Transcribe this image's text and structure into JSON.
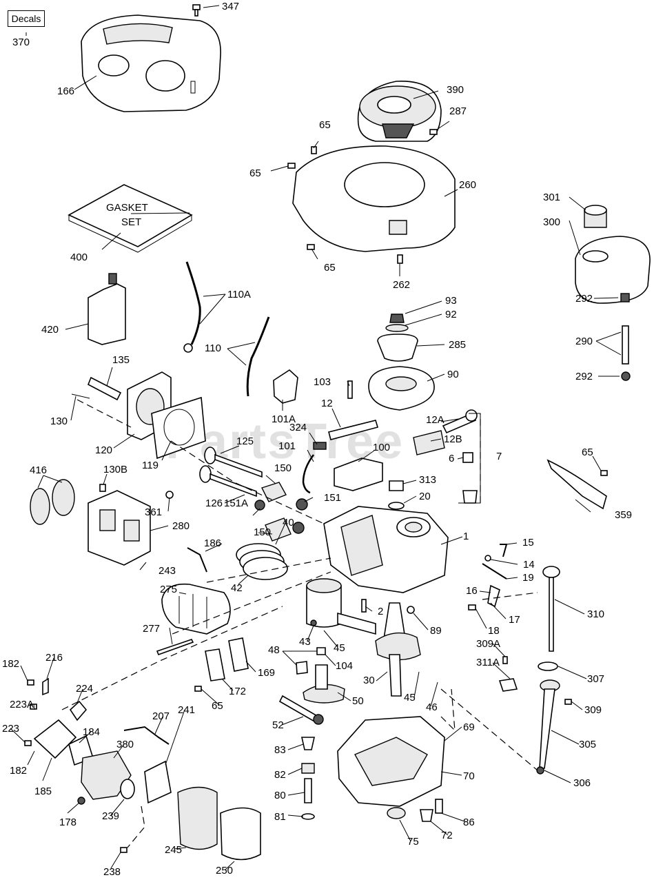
{
  "decals_label": "Decals",
  "gasket_text_1": "GASKET",
  "gasket_text_2": "SET",
  "watermark": "PartsTree",
  "labels": [
    {
      "id": "370",
      "text": "370"
    },
    {
      "id": "347",
      "text": "347"
    },
    {
      "id": "166",
      "text": "166"
    },
    {
      "id": "390",
      "text": "390"
    },
    {
      "id": "287",
      "text": "287"
    },
    {
      "id": "65a",
      "text": "65"
    },
    {
      "id": "65b",
      "text": "65"
    },
    {
      "id": "260",
      "text": "260"
    },
    {
      "id": "65c",
      "text": "65"
    },
    {
      "id": "262",
      "text": "262"
    },
    {
      "id": "301",
      "text": "301"
    },
    {
      "id": "300",
      "text": "300"
    },
    {
      "id": "400",
      "text": "400"
    },
    {
      "id": "420",
      "text": "420"
    },
    {
      "id": "110A",
      "text": "110A"
    },
    {
      "id": "110",
      "text": "110"
    },
    {
      "id": "93",
      "text": "93"
    },
    {
      "id": "92",
      "text": "92"
    },
    {
      "id": "285",
      "text": "285"
    },
    {
      "id": "90",
      "text": "90"
    },
    {
      "id": "292a",
      "text": "292"
    },
    {
      "id": "290",
      "text": "290"
    },
    {
      "id": "292b",
      "text": "292"
    },
    {
      "id": "135",
      "text": "135"
    },
    {
      "id": "130",
      "text": "130"
    },
    {
      "id": "120",
      "text": "120"
    },
    {
      "id": "119",
      "text": "119"
    },
    {
      "id": "101A",
      "text": "101A"
    },
    {
      "id": "103",
      "text": "103"
    },
    {
      "id": "12",
      "text": "12"
    },
    {
      "id": "12A",
      "text": "12A"
    },
    {
      "id": "12B",
      "text": "12B"
    },
    {
      "id": "7",
      "text": "7"
    },
    {
      "id": "6",
      "text": "6"
    },
    {
      "id": "324",
      "text": "324"
    },
    {
      "id": "101",
      "text": "101"
    },
    {
      "id": "100",
      "text": "100"
    },
    {
      "id": "313",
      "text": "313"
    },
    {
      "id": "20",
      "text": "20"
    },
    {
      "id": "65d",
      "text": "65"
    },
    {
      "id": "359",
      "text": "359"
    },
    {
      "id": "416",
      "text": "416"
    },
    {
      "id": "130B",
      "text": "130B"
    },
    {
      "id": "125",
      "text": "125"
    },
    {
      "id": "150a",
      "text": "150"
    },
    {
      "id": "361",
      "text": "361"
    },
    {
      "id": "126",
      "text": "126"
    },
    {
      "id": "151",
      "text": "151"
    },
    {
      "id": "151A",
      "text": "151A"
    },
    {
      "id": "150b",
      "text": "150"
    },
    {
      "id": "280",
      "text": "280"
    },
    {
      "id": "40",
      "text": "40"
    },
    {
      "id": "1",
      "text": "1"
    },
    {
      "id": "15",
      "text": "15"
    },
    {
      "id": "186",
      "text": "186"
    },
    {
      "id": "243",
      "text": "243"
    },
    {
      "id": "14",
      "text": "14"
    },
    {
      "id": "19",
      "text": "19"
    },
    {
      "id": "42",
      "text": "42"
    },
    {
      "id": "275",
      "text": "275"
    },
    {
      "id": "16",
      "text": "16"
    },
    {
      "id": "17",
      "text": "17"
    },
    {
      "id": "310",
      "text": "310"
    },
    {
      "id": "18",
      "text": "18"
    },
    {
      "id": "2",
      "text": "2"
    },
    {
      "id": "89",
      "text": "89"
    },
    {
      "id": "277",
      "text": "277"
    },
    {
      "id": "43",
      "text": "43"
    },
    {
      "id": "45a",
      "text": "45"
    },
    {
      "id": "309A",
      "text": "309A"
    },
    {
      "id": "48",
      "text": "48"
    },
    {
      "id": "104",
      "text": "104"
    },
    {
      "id": "311A",
      "text": "311A"
    },
    {
      "id": "307",
      "text": "307"
    },
    {
      "id": "182a",
      "text": "182"
    },
    {
      "id": "216",
      "text": "216"
    },
    {
      "id": "169",
      "text": "169"
    },
    {
      "id": "30",
      "text": "30"
    },
    {
      "id": "45b",
      "text": "45"
    },
    {
      "id": "46",
      "text": "46"
    },
    {
      "id": "224",
      "text": "224"
    },
    {
      "id": "172",
      "text": "172"
    },
    {
      "id": "65e",
      "text": "65"
    },
    {
      "id": "50",
      "text": "50"
    },
    {
      "id": "309",
      "text": "309"
    },
    {
      "id": "223A",
      "text": "223A"
    },
    {
      "id": "207",
      "text": "207"
    },
    {
      "id": "52",
      "text": "52"
    },
    {
      "id": "305",
      "text": "305"
    },
    {
      "id": "184",
      "text": "184"
    },
    {
      "id": "380",
      "text": "380"
    },
    {
      "id": "241",
      "text": "241"
    },
    {
      "id": "223",
      "text": "223"
    },
    {
      "id": "83",
      "text": "83"
    },
    {
      "id": "69",
      "text": "69"
    },
    {
      "id": "182b",
      "text": "182"
    },
    {
      "id": "82",
      "text": "82"
    },
    {
      "id": "70",
      "text": "70"
    },
    {
      "id": "306",
      "text": "306"
    },
    {
      "id": "185",
      "text": "185"
    },
    {
      "id": "80",
      "text": "80"
    },
    {
      "id": "178",
      "text": "178"
    },
    {
      "id": "239",
      "text": "239"
    },
    {
      "id": "81",
      "text": "81"
    },
    {
      "id": "86",
      "text": "86"
    },
    {
      "id": "75",
      "text": "75"
    },
    {
      "id": "72",
      "text": "72"
    },
    {
      "id": "245",
      "text": "245"
    },
    {
      "id": "238",
      "text": "238"
    },
    {
      "id": "250",
      "text": "250"
    }
  ]
}
